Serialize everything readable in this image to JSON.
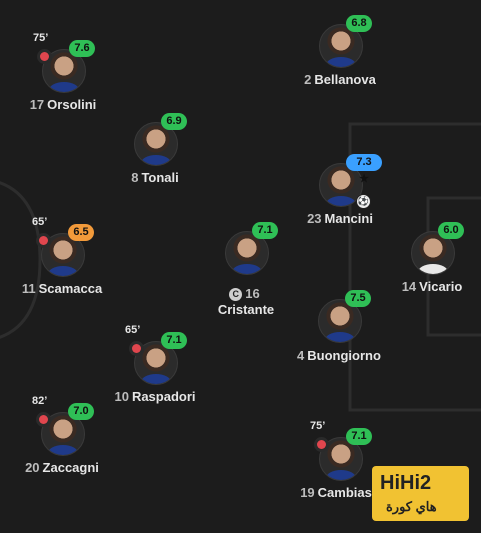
{
  "players": [
    {
      "id": "orsolini",
      "number": "17",
      "name": "Orsolini",
      "rating": "7.6",
      "rating_color": "green",
      "sub_time": "75’"
    },
    {
      "id": "bellanova",
      "number": "2",
      "name": "Bellanova",
      "rating": "6.8",
      "rating_color": "green",
      "sub_time": ""
    },
    {
      "id": "tonali",
      "number": "8",
      "name": "Tonali",
      "rating": "6.9",
      "rating_color": "green",
      "sub_time": ""
    },
    {
      "id": "mancini",
      "number": "23",
      "name": "Mancini",
      "rating": "7.3",
      "rating_star": "★",
      "rating_color": "blue",
      "sub_time": "",
      "goal": true
    },
    {
      "id": "scamacca",
      "number": "11",
      "name": "Scamacca",
      "rating": "6.5",
      "rating_color": "orange",
      "sub_time": "65’"
    },
    {
      "id": "cristante",
      "number": "16",
      "name": "Cristante",
      "rating": "7.1",
      "rating_color": "green",
      "sub_time": "",
      "captain": "C"
    },
    {
      "id": "vicario",
      "number": "14",
      "name": "Vicario",
      "rating": "6.0",
      "rating_color": "green",
      "sub_time": ""
    },
    {
      "id": "buongiorno",
      "number": "4",
      "name": "Buongiorno",
      "rating": "7.5",
      "rating_color": "green",
      "sub_time": ""
    },
    {
      "id": "raspadori",
      "number": "10",
      "name": "Raspadori",
      "rating": "7.1",
      "rating_color": "green",
      "sub_time": "65’"
    },
    {
      "id": "zaccagni",
      "number": "20",
      "name": "Zaccagni",
      "rating": "7.0",
      "rating_color": "green",
      "sub_time": "82’"
    },
    {
      "id": "cambiaso",
      "number": "19",
      "name": "Cambiaso",
      "rating": "7.1",
      "rating_color": "green",
      "sub_time": "75’"
    }
  ],
  "watermark": {
    "line1": "HiHi2",
    "line2": "هاي كورة"
  },
  "colors": {
    "green": "#2fbf56",
    "orange": "#f29a3a",
    "blue": "#3aa0ff",
    "background": "#1c1c1c"
  }
}
